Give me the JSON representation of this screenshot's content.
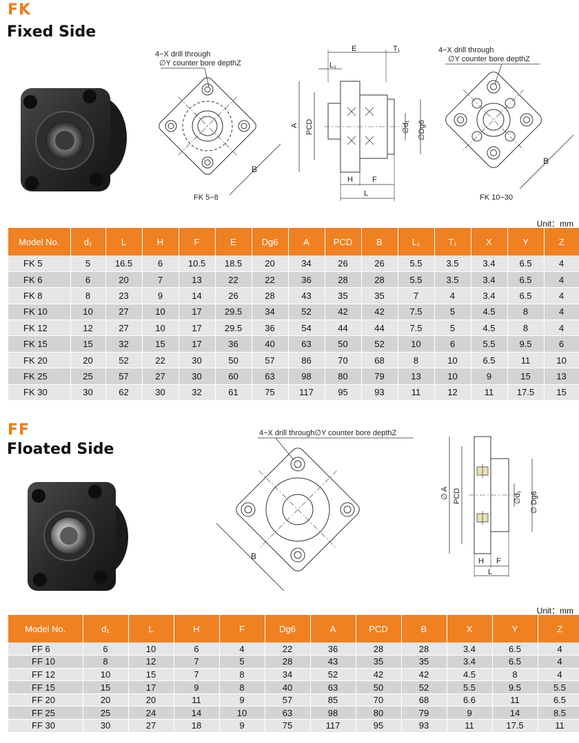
{
  "fk": {
    "code": "FK",
    "name": "Fixed Side",
    "drawing": {
      "note_left_1": "4−X drill through",
      "note_left_2": "∅Y counter bore depthZ",
      "note_right_1": "4−X drill through",
      "note_right_2": "∅Y counter bore depthZ",
      "caption_left": "FK 5−8",
      "caption_right": "FK 10−30",
      "dims": {
        "E": "E",
        "T1": "T₁",
        "L1": "L₁",
        "A": "A",
        "PCD": "PCD",
        "d1": "∅d₁",
        "Dg6": "∅Dg6",
        "H": "H",
        "F": "F",
        "L": "L",
        "B": "B"
      }
    },
    "unit": "Unit：mm",
    "headers": [
      "Model  No.",
      "d₁",
      "L",
      "H",
      "F",
      "E",
      "Dg6",
      "A",
      "PCD",
      "B",
      "L₁",
      "T₁",
      "X",
      "Y",
      "Z"
    ],
    "rows": [
      [
        "FK  5",
        "5",
        "16.5",
        "6",
        "10.5",
        "18.5",
        "20",
        "34",
        "26",
        "26",
        "5.5",
        "3.5",
        "3.4",
        "6.5",
        "4"
      ],
      [
        "FK  6",
        "6",
        "20",
        "7",
        "13",
        "22",
        "22",
        "36",
        "28",
        "28",
        "5.5",
        "3.5",
        "3.4",
        "6.5",
        "4"
      ],
      [
        "FK  8",
        "8",
        "23",
        "9",
        "14",
        "26",
        "28",
        "43",
        "35",
        "35",
        "7",
        "4",
        "3.4",
        "6.5",
        "4"
      ],
      [
        "FK  10",
        "10",
        "27",
        "10",
        "17",
        "29.5",
        "34",
        "52",
        "42",
        "42",
        "7.5",
        "5",
        "4.5",
        "8",
        "4"
      ],
      [
        "FK  12",
        "12",
        "27",
        "10",
        "17",
        "29.5",
        "36",
        "54",
        "44",
        "44",
        "7.5",
        "5",
        "4.5",
        "8",
        "4"
      ],
      [
        "FK  15",
        "15",
        "32",
        "15",
        "17",
        "36",
        "40",
        "63",
        "50",
        "52",
        "10",
        "6",
        "5.5",
        "9.5",
        "6"
      ],
      [
        "FK  20",
        "20",
        "52",
        "22",
        "30",
        "50",
        "57",
        "86",
        "70",
        "68",
        "8",
        "10",
        "6.5",
        "11",
        "10"
      ],
      [
        "FK  25",
        "25",
        "57",
        "27",
        "30",
        "60",
        "63",
        "98",
        "80",
        "79",
        "13",
        "10",
        "9",
        "15",
        "13"
      ],
      [
        "FK  30",
        "30",
        "62",
        "30",
        "32",
        "61",
        "75",
        "117",
        "95",
        "93",
        "11",
        "12",
        "11",
        "17.5",
        "15"
      ]
    ]
  },
  "ff": {
    "code": "FF",
    "name": "Floated Side",
    "drawing": {
      "note": "4−X drill through∅Y counter bore depthZ",
      "dims": {
        "A": "∅ A",
        "PCD": "PCD",
        "d1": "∅d₁",
        "Dg6": "∅ Dg6",
        "H": "H",
        "F": "F",
        "L": "L",
        "B": "B"
      }
    },
    "unit": "Unit：mm",
    "headers": [
      "Model  No.",
      "d₁",
      "L",
      "H",
      "F",
      "Dg6",
      "A",
      "PCD",
      "B",
      "X",
      "Y",
      "Z"
    ],
    "rows": [
      [
        "FF  6",
        "6",
        "10",
        "6",
        "4",
        "22",
        "36",
        "28",
        "28",
        "3.4",
        "6.5",
        "4"
      ],
      [
        "FF  10",
        "8",
        "12",
        "7",
        "5",
        "28",
        "43",
        "35",
        "35",
        "3.4",
        "6.5",
        "4"
      ],
      [
        "FF  12",
        "10",
        "15",
        "7",
        "8",
        "34",
        "52",
        "42",
        "42",
        "4.5",
        "8",
        "4"
      ],
      [
        "FF  15",
        "15",
        "17",
        "9",
        "8",
        "40",
        "63",
        "50",
        "52",
        "5.5",
        "9.5",
        "5.5"
      ],
      [
        "FF  20",
        "20",
        "20",
        "11",
        "9",
        "57",
        "85",
        "70",
        "68",
        "6.6",
        "11",
        "6.5"
      ],
      [
        "FF  25",
        "25",
        "24",
        "14",
        "10",
        "63",
        "98",
        "80",
        "79",
        "9",
        "14",
        "8.5"
      ],
      [
        "FF  30",
        "30",
        "27",
        "18",
        "9",
        "75",
        "117",
        "95",
        "93",
        "11",
        "17.5",
        "11"
      ]
    ]
  }
}
